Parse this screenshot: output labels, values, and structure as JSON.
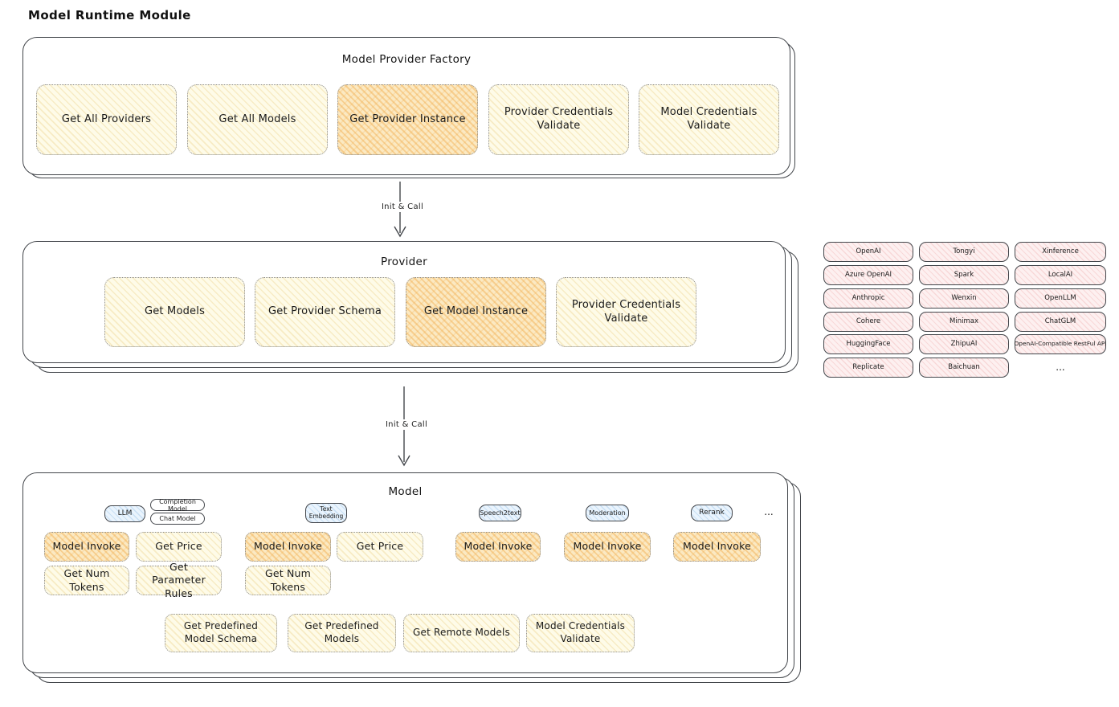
{
  "title": "Model Runtime Module",
  "colors": {
    "stroke": "#43464b",
    "yellow_fill": "#fefbe8",
    "orange_fill": "#fbe9c2",
    "blue_fill": "#eaf4fd",
    "pink_fill": "#fdf0f0"
  },
  "factory": {
    "title": "Model Provider Factory",
    "buttons": [
      {
        "label": "Get All Providers",
        "highlight": false
      },
      {
        "label": "Get All Models",
        "highlight": false
      },
      {
        "label": "Get Provider Instance",
        "highlight": true
      },
      {
        "label": "Provider Credentials Validate",
        "highlight": false
      },
      {
        "label": "Model Credentials Validate",
        "highlight": false
      }
    ]
  },
  "arrow1": {
    "label": "Init & Call"
  },
  "arrow2": {
    "label": "Init & Call"
  },
  "provider": {
    "title": "Provider",
    "buttons": [
      {
        "label": "Get Models",
        "highlight": false
      },
      {
        "label": "Get Provider Schema",
        "highlight": false
      },
      {
        "label": "Get Model Instance",
        "highlight": true
      },
      {
        "label": "Provider Credentials Validate",
        "highlight": false
      }
    ]
  },
  "providers_grid": {
    "columns": [
      [
        "OpenAI",
        "Azure OpenAI",
        "Anthropic",
        "Cohere",
        "HuggingFace",
        "Replicate"
      ],
      [
        "Tongyi",
        "Spark",
        "Wenxin",
        "Minimax",
        "ZhipuAI",
        "Baichuan"
      ],
      [
        "Xinference",
        "LocalAI",
        "OpenLLM",
        "ChatGLM",
        "OpenAI-Compatible RestFul API"
      ]
    ],
    "more": "..."
  },
  "model": {
    "title": "Model",
    "tabs": {
      "llm": "LLM",
      "completion": "Completion Model",
      "chat": "Chat Model",
      "text_embedding": "Text Embedding",
      "speech2text": "Speech2text",
      "moderation": "Moderation",
      "rerank": "Rerank",
      "more": "..."
    },
    "llm_buttons": [
      "Model Invoke",
      "Get Price",
      "Get Num Tokens",
      "Get Parameter Rules"
    ],
    "embedding_buttons": [
      "Model Invoke",
      "Get Price",
      "Get Num Tokens"
    ],
    "speech2text_buttons": [
      "Model Invoke"
    ],
    "moderation_buttons": [
      "Model Invoke"
    ],
    "rerank_buttons": [
      "Model Invoke"
    ],
    "common_buttons": [
      "Get Predefined Model Schema",
      "Get Predefined Models",
      "Get Remote Models",
      "Model Credentials Validate"
    ]
  }
}
